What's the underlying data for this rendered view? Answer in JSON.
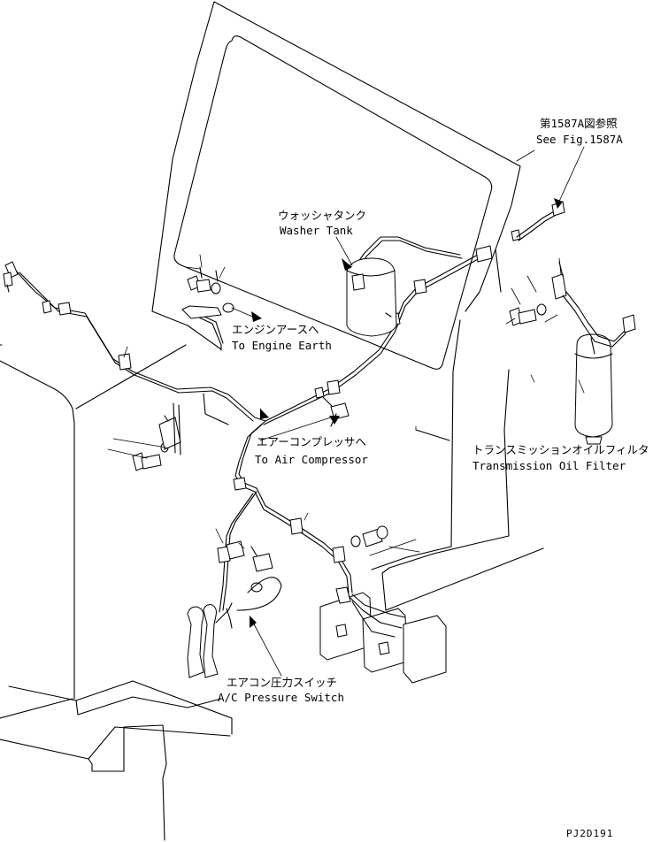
{
  "labels": {
    "see_fig_jp": "第1587A図参照",
    "see_fig_en": "See Fig.1587A",
    "washer_tank_jp": "ウォッシャタンク",
    "washer_tank_en": "Washer Tank",
    "engine_earth_jp": "エンジンアースへ",
    "engine_earth_en": "To Engine Earth",
    "air_compressor_jp": "エアーコンプレッサへ",
    "air_compressor_en": "To Air Compressor",
    "trans_filter_jp": "トランスミッションオイルフィルタ",
    "trans_filter_en": "Transmission Oil Filter",
    "ac_switch_jp": "エアコン圧力スイッチ",
    "ac_switch_en": "A/C Pressure Switch",
    "drawing_code": "PJ2D191"
  }
}
